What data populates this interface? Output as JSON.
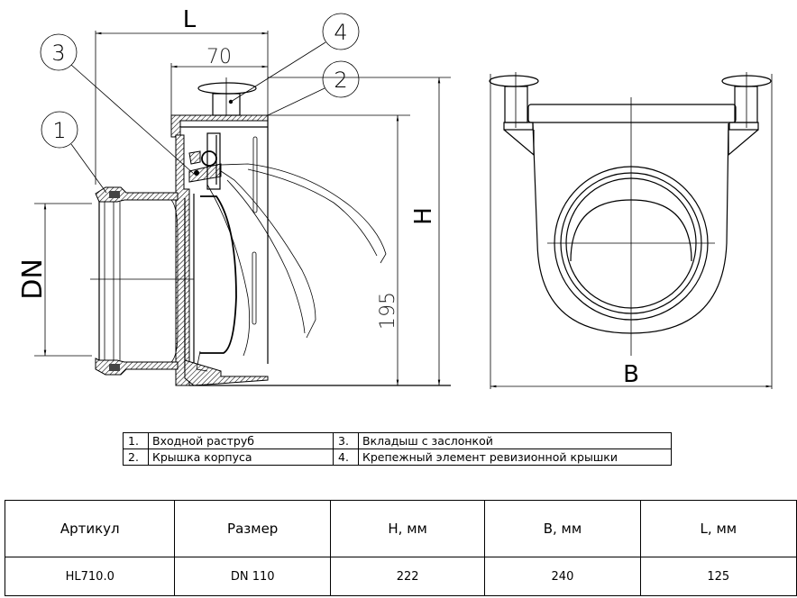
{
  "drawing": {
    "side_view": {
      "dim_L": "L",
      "dim_70": "70",
      "dim_DN": "DN",
      "dim_H": "H",
      "dim_195": "195",
      "callouts": [
        "1",
        "2",
        "3",
        "4"
      ]
    },
    "front_view": {
      "dim_B": "B"
    }
  },
  "legend": {
    "rows": [
      [
        {
          "num": "1.",
          "label": "Входной раструб"
        },
        {
          "num": "3.",
          "label": "Вкладыш с заслонкой"
        }
      ],
      [
        {
          "num": "2.",
          "label": "Крышка корпуса"
        },
        {
          "num": "4.",
          "label": "Крепежный элемент ревизионной крышки"
        }
      ]
    ]
  },
  "spec_table": {
    "headers": [
      "Артикул",
      "Размер",
      "H, мм",
      "B, мм",
      "L, мм"
    ],
    "rows": [
      [
        "HL710.0",
        "DN 110",
        "222",
        "240",
        "125"
      ]
    ]
  }
}
